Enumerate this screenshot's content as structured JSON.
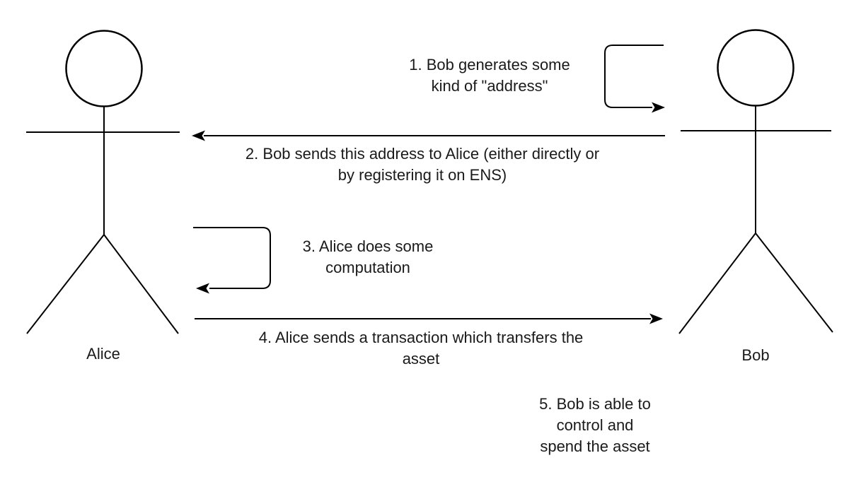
{
  "colors": {
    "background": "#ffffff",
    "stroke": "#000000",
    "text": "#1a1a1a"
  },
  "actors": [
    {
      "label": "Alice"
    },
    {
      "label": "Bob"
    }
  ],
  "steps": [
    {
      "kind": "self-loop-on-bob",
      "lines": [
        "1. Bob generates some",
        "kind of \"address\""
      ]
    },
    {
      "kind": "arrow-bob-to-alice",
      "lines": [
        "2. Bob sends this address to Alice (either directly or",
        "by registering it on ENS)"
      ]
    },
    {
      "kind": "self-loop-on-alice",
      "lines": [
        "3. Alice does some",
        "computation"
      ]
    },
    {
      "kind": "arrow-alice-to-bob",
      "lines": [
        "4. Alice sends a transaction which transfers the",
        "asset"
      ]
    },
    {
      "kind": "note-near-bob",
      "lines": [
        "5. Bob is able to",
        "control and",
        "spend the asset"
      ]
    }
  ]
}
